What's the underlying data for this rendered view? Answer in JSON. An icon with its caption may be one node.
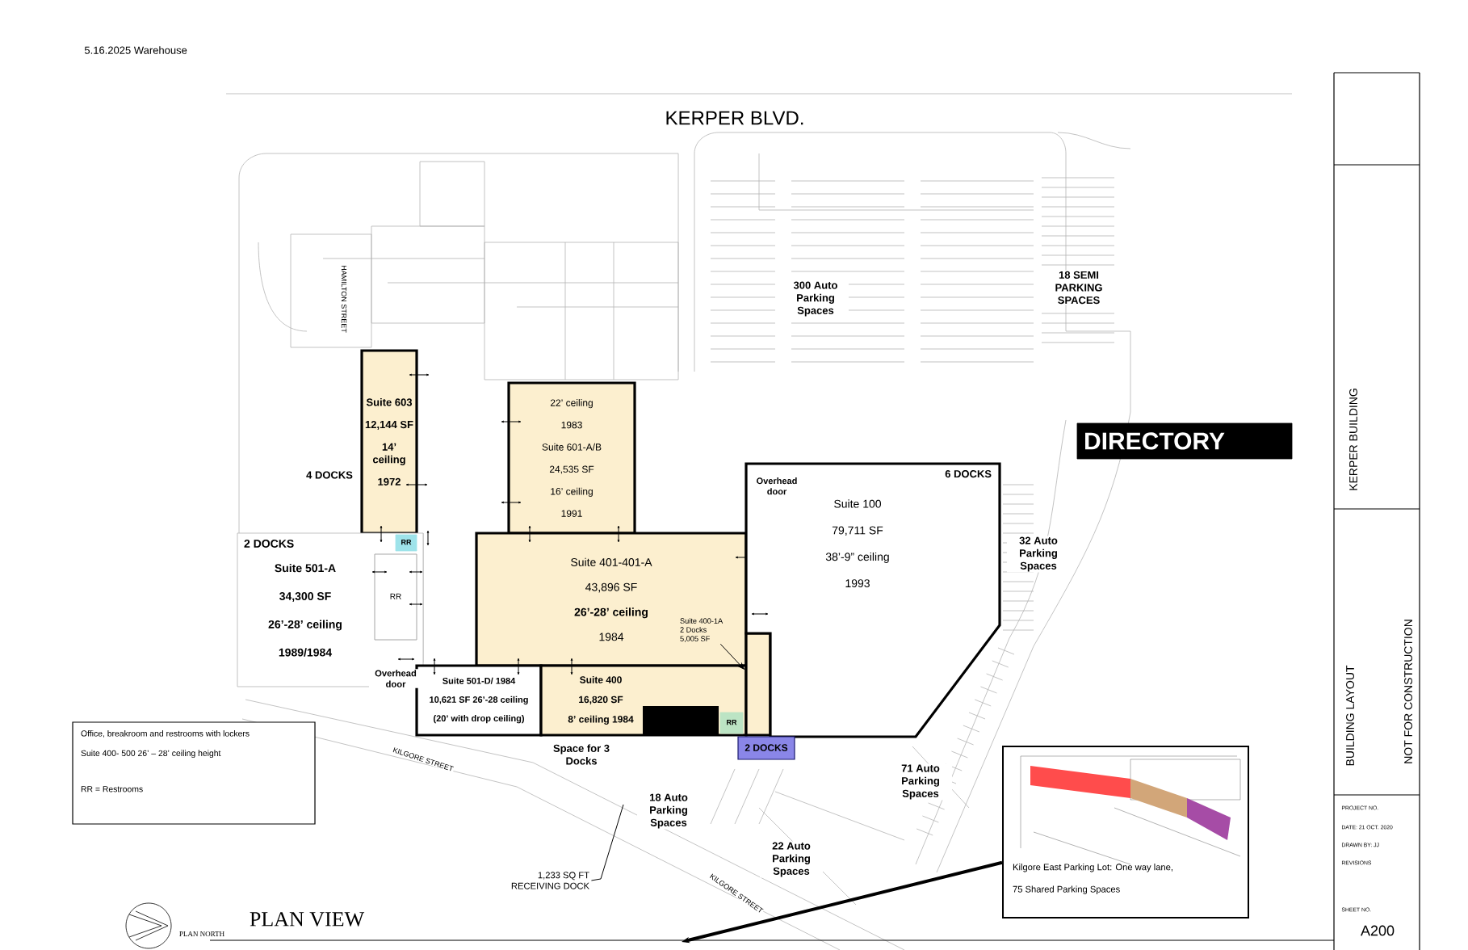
{
  "diagram": {
    "title": "5.16.2025 Warehouse",
    "nodes": [
      {
        "text": [
          "Suite 603",
          "12,144 SF",
          "14’ ceiling",
          "1972"
        ]
      },
      {
        "text": [
          "22’ ceiling",
          "1983",
          "Suite 601-A/B",
          "24,535 SF",
          "16’ ceiling",
          "1991"
        ]
      },
      {
        "text": [
          "Suite 401-401-A",
          "43,896 SF",
          "26’-28’ ceiling",
          "1984"
        ]
      },
      {
        "text": [
          "2 DOCKS",
          "Suite 501-A",
          "34,300 SF",
          "26’-28’ ceiling",
          "1989/1984"
        ]
      },
      {
        "text": [
          "RR"
        ],
        "in": 3
      },
      {
        "text": [
          "RR"
        ],
        "in": 3
      },
      {
        "text": [
          "Suite 501-D/ 1984",
          "10,621 SF 26’-28 ceiling",
          "(20’ with drop ceiling)"
        ]
      },
      {
        "text": [
          "Suite 400",
          "16,820 SF",
          "8’ ceiling 1984"
        ]
      },
      {
        "text": [
          "RR"
        ],
        "in": 7
      },
      {
        "text": [
          "Suite 400-1A",
          "2 Docks",
          "5,005 SF"
        ],
        "in": 2
      },
      {
        "text": [],
        "shape": "box"
      },
      {
        "text": [
          "Overhead door",
          "6 DOCKS",
          "Suite 100",
          "79,711 SF",
          "38’-9” ceiling",
          "1993"
        ]
      },
      {
        "text": [
          "2 DOCKS"
        ]
      },
      {
        "text": [
          "Office, breakroom and restrooms with lockers",
          "Suite 400- 500 26’ – 28’ ceiling height",
          "RR = Restrooms"
        ]
      },
      {
        "text": [
          "DIRECTORY"
        ]
      },
      {
        "text": [
          "Kilgore East Parking Lot: One way lane,",
          "75 Shared Parking Spaces"
        ]
      },
      {
        "text": [
          "1,233 SQ FT RECEIVING DOCK"
        ]
      }
    ],
    "edges": [
      {
        "from": 9,
        "to": 10,
        "arrow": "to"
      },
      {
        "from": 15,
        "to": null,
        "arrow": "to",
        "style": "thick"
      },
      {
        "from": 16,
        "to": null,
        "arrow": "none"
      }
    ],
    "labels": [
      "KERPER BLVD.",
      "HAMILTON STREET",
      "300 Auto Parking Spaces",
      "18 SEMI PARKING SPACES",
      "4 DOCKS",
      "32 Auto Parking Spaces",
      "Overhead door",
      "Space for 3 Docks",
      "KILGORE STREET",
      "18 Auto Parking Spaces",
      "71 Auto Parking Spaces",
      "22 Auto Parking Spaces",
      "KILGORE STREET",
      "PLAN NORTH",
      "PLAN VIEW",
      "KERPER BUILDING",
      "BUILDING LAYOUT",
      "NOT FOR CONSTRUCTION",
      "PROJECT NO.",
      "DATE: 21 OCT. 2020",
      "DRAWN BY: JJ",
      "REVISIONS",
      "SHEET NO.",
      "A200"
    ]
  }
}
